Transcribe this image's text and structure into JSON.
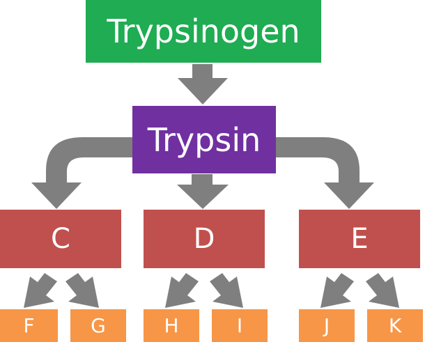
{
  "top": {
    "label": "Trypsinogen",
    "color": "#1fac52"
  },
  "middle": {
    "label": "Trypsin",
    "color": "#7030a0"
  },
  "level2": [
    {
      "label": "C"
    },
    {
      "label": "D"
    },
    {
      "label": "E"
    }
  ],
  "level3": [
    {
      "label": "F"
    },
    {
      "label": "G"
    },
    {
      "label": "H"
    },
    {
      "label": "I"
    },
    {
      "label": "J"
    },
    {
      "label": "K"
    }
  ],
  "colors": {
    "level2": "#c0504d",
    "level3": "#f79646",
    "arrow": "#7f7f7f"
  }
}
